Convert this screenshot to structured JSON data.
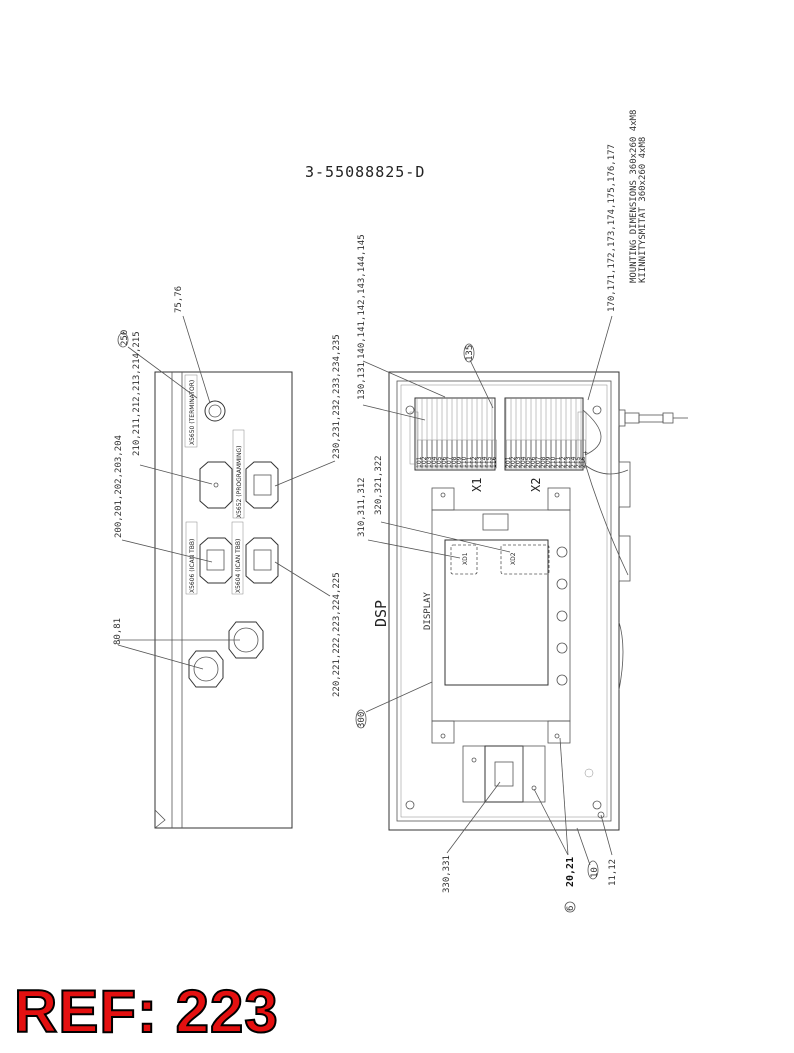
{
  "drawing_number": "3-55088825-D",
  "ref_stamp": "REF: 223",
  "mounting": {
    "line1": "MOUNTING DIMENSIONS 360x260 4xM8",
    "line2": "KIINNITYSMITAT 360x260 4xM8"
  },
  "side_view": {
    "connector_labels": {
      "terminator": "X5650 (TERMINATOR)",
      "programming": "X5652 (PROGRAMMING)",
      "ican_tbb_1": "X5606 (ICAN TBB)",
      "ican_tbb_2": "X5604 (ICAN TBB)"
    },
    "callouts": {
      "c250": "250",
      "c75": "75,76",
      "c210": "210,211,212,213,214,215",
      "c200": "200,201,202,203,204",
      "c230": "230,231,232,233,234,235",
      "c220": "220,221,222,223,224,225",
      "c80": "80,81"
    }
  },
  "front_view": {
    "title": "DSP",
    "display_label": "DISPLAY",
    "terminal_x1": "X1",
    "terminal_x2": "X2",
    "connector_xd1": "XD1",
    "connector_xd2": "XD2",
    "callouts": {
      "c130": "130,131",
      "c140": "140,141,142,143,144,145",
      "c135": "135",
      "c170": "170,171,172,173,174,175,176,177",
      "c310": "310,311,312",
      "c320": "320,321,322",
      "c300": "300",
      "c330": "330,331",
      "c20": "20,21",
      "c6": "6",
      "c10": "10",
      "c11": "11,12"
    },
    "terminal_x1_numbers": [
      "101",
      "102",
      "103",
      "104",
      "105",
      "106",
      "107",
      "108",
      "109",
      "110",
      "111",
      "112",
      "113",
      "114",
      "115",
      "116"
    ],
    "terminal_x2_numbers": [
      "201",
      "202",
      "203",
      "204",
      "205",
      "206",
      "207",
      "208",
      "209",
      "210",
      "211",
      "212",
      "213",
      "214",
      "215",
      "216"
    ]
  }
}
